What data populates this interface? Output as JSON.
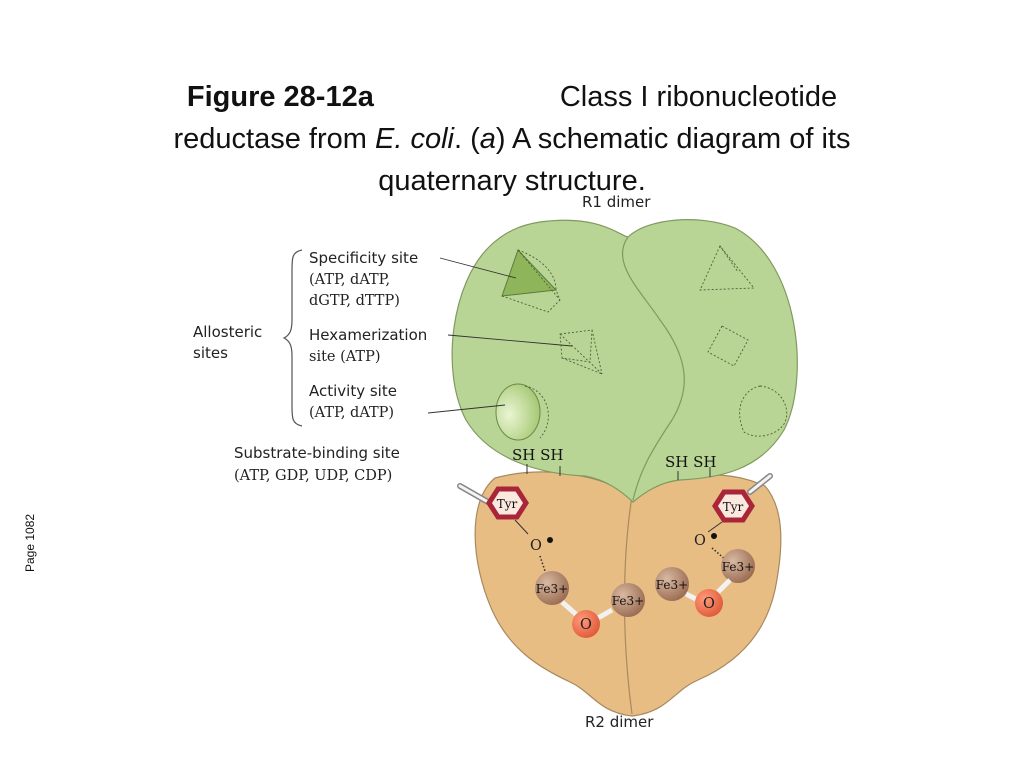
{
  "title": {
    "figure": "Figure 28-12a",
    "line1_rest": "Class I ribonucleotide",
    "line2_prefix": "reductase from ",
    "organism": "E. coli",
    "line2_mid": ". (",
    "panel": "a",
    "line2_suffix": ") A schematic diagram of its",
    "line3": "quaternary structure."
  },
  "page_label": "Page 1082",
  "diagram": {
    "r1_label": "R1 dimer",
    "r2_label": "R2 dimer",
    "allosteric": {
      "line1": "Allosteric",
      "line2": "sites"
    },
    "specificity": {
      "name": "Specificity site",
      "l1": "(ATP, dATP,",
      "l2": "dGTP, dTTP)"
    },
    "hexamerization": {
      "name": "Hexamerization",
      "l1": "site (ATP)"
    },
    "activity": {
      "name": "Activity site",
      "l1": "(ATP, dATP)"
    },
    "substrate": {
      "name": "Substrate-binding site",
      "l1": "(ATP, GDP, UDP, CDP)"
    },
    "sh_left": "SH SH",
    "sh_right": "SH SH",
    "tyr": "Tyr",
    "o_radical": "O",
    "fe_left_a": "Fe3+",
    "fe_left_b": "Fe3+",
    "fe_right_a": "Fe3+",
    "fe_right_b": "Fe3+",
    "oxo": "O",
    "colors": {
      "r1_fill": "#b9d595",
      "r2_fill": "#e8bd84",
      "tyr_ring": "#a8253a",
      "fe_atom": "#b58a6e",
      "oxo_atom": "#ee6a4a"
    }
  }
}
